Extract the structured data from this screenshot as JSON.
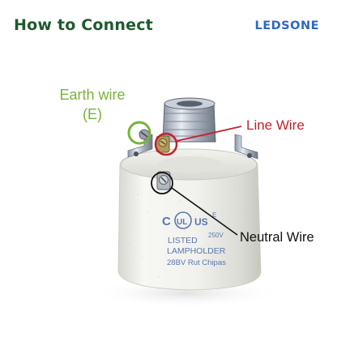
{
  "header": {
    "title": "How to Connect",
    "brand": "LEDSONE"
  },
  "labels": {
    "earth_wire": "Earth wire",
    "earth_code": "(E)",
    "line_wire": "Line Wire",
    "neutral_wire": "Neutral Wire"
  },
  "product_print": {
    "listed": "LISTED",
    "lampholder": "LAMPHOLDER",
    "rating": "28BV Rut Chipas",
    "volts": "250V",
    "mark": "E"
  },
  "colors": {
    "title": "#1f5a2e",
    "brand": "#2f66c8",
    "earth": "#78b33a",
    "line": "#c4212b",
    "neutral": "#111111",
    "ceramic": "#efefec",
    "print": "#5a78ad"
  }
}
